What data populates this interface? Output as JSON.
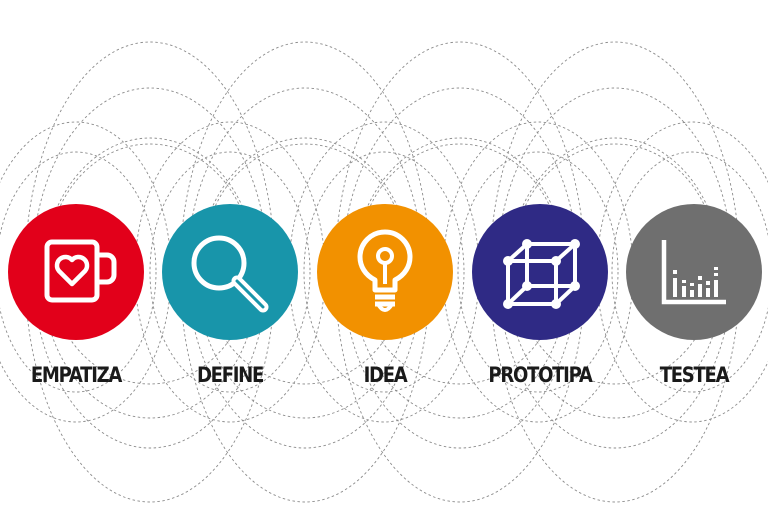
{
  "stages": [
    {
      "label": "EMPATIZA",
      "icon": "mug-heart-icon",
      "color": "#e2001a"
    },
    {
      "label": "DEFINE",
      "icon": "magnifier-icon",
      "color": "#1895aa"
    },
    {
      "label": "IDEA",
      "icon": "lightbulb-icon",
      "color": "#f29100"
    },
    {
      "label": "PROTOTIPA",
      "icon": "wireframe-cube-icon",
      "color": "#2f2a85"
    },
    {
      "label": "TESTEA",
      "icon": "bar-chart-icon",
      "color": "#6f6f6f"
    }
  ],
  "ring_color": "#8c8c8c",
  "icon_color": "#ffffff"
}
